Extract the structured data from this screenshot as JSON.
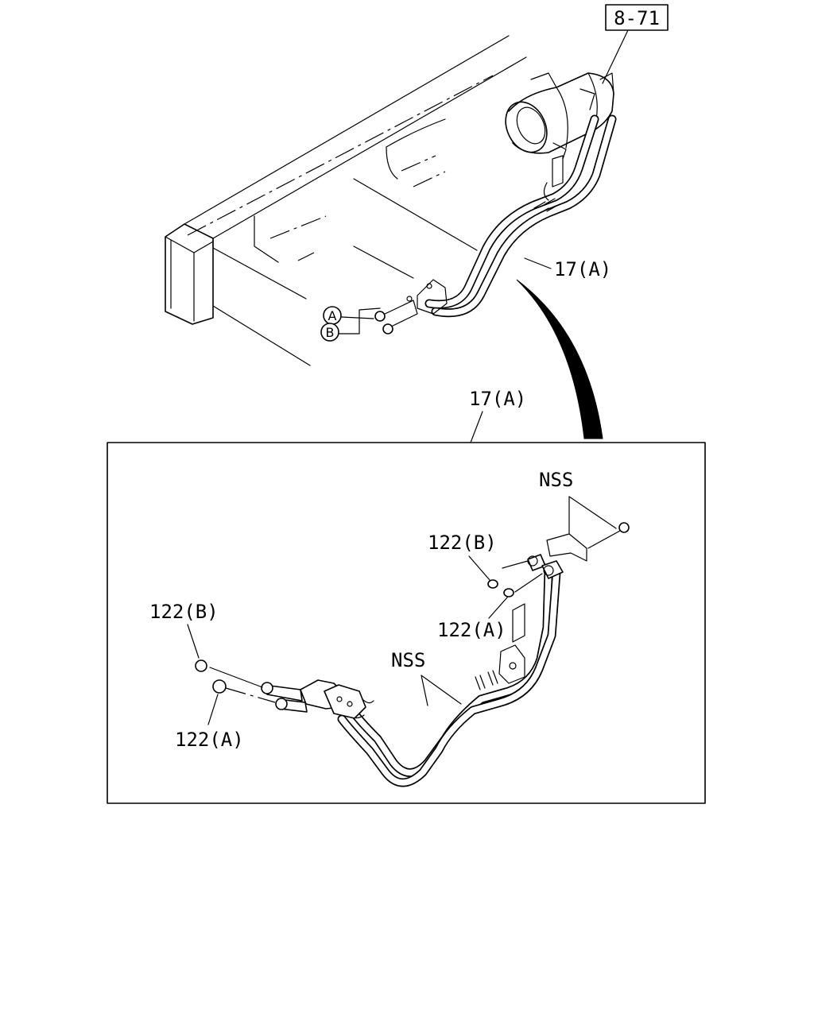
{
  "page_ref": "8-71",
  "callouts": {
    "top_hose": "17(A)",
    "detail_hose": "17(A)",
    "circle_a": "A",
    "circle_b": "B"
  },
  "detail": {
    "nss_upper": "NSS",
    "nss_lower": "NSS",
    "washer_b_right": "122(B)",
    "washer_a_right": "122(A)",
    "washer_b_left": "122(B)",
    "washer_a_left": "122(A)"
  }
}
